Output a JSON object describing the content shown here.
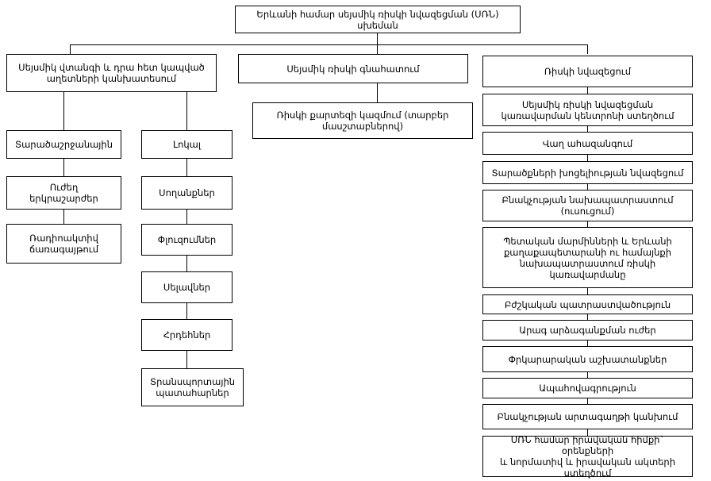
{
  "diagram": {
    "title_node": {
      "id": "root",
      "label": "Երևանի համար սեյսմիկ ռիսկի նվազեցման (ՍՌՆ)\nսխեման"
    },
    "branches": [
      {
        "id": "branch-left",
        "label": "Սեյսմիկ վտանգի և դրա հետ կապված\nաղետների կանխատեսում",
        "children_columns": [
          {
            "id": "col-left-a",
            "items": [
              {
                "id": "node-tarracashrjanayin",
                "label": "Տարածաշրջանային"
              },
              {
                "id": "node-uzheg-yerkrasharzher",
                "label": "Ուժեղ\nերկրաշարժեր"
              },
              {
                "id": "node-radioaktiv-tsarragaytum",
                "label": "Ռադիոակտիվ\nճառագայթում"
              }
            ]
          },
          {
            "id": "col-left-b",
            "items": [
              {
                "id": "node-lokal",
                "label": "Լոկալ"
              },
              {
                "id": "node-soghankner",
                "label": "Սողանքներ"
              },
              {
                "id": "node-plouzumner",
                "label": "Փլուզումներ"
              },
              {
                "id": "node-selaver",
                "label": "Սելավներ"
              },
              {
                "id": "node-hrdehner",
                "label": "Հրդեհներ"
              },
              {
                "id": "node-transportayin-pataharner",
                "label": "Տրանսպորտային\nպատահարներ"
              }
            ]
          }
        ]
      },
      {
        "id": "branch-middle",
        "label": "Սեյսմիկ ռիսկի գնահատում",
        "children": [
          {
            "id": "node-riski-kartezi-kazmum",
            "label": "Ռիսկի քարտեզի կազմում (տարբեր\nմասշտաբներով)"
          }
        ]
      },
      {
        "id": "branch-right",
        "label": "Ռիսկի նվազեցում",
        "children": [
          {
            "id": "node-seysmik-riski-kentron",
            "label": "Սեյսմիկ ռիսկի նվազեցման\nկառավարման կենտրոնի ստեղծում"
          },
          {
            "id": "node-vagh-ahazangum",
            "label": "Վաղ ահազանգում"
          },
          {
            "id": "node-taratskneri-khoceliutyun",
            "label": "Տարածքների խոցելիության նվազեցում"
          },
          {
            "id": "node-bnakchutyan-nakhapatrastum",
            "label": "Բնակչության նախապատրաստում\n(ուսուցում)"
          },
          {
            "id": "node-petakan-marminner",
            "label": "Պետական մարմինների և Երևանի\nքաղաքապետարանի ու համայնքի\nնախապատրաստում ռիսկի\nկառավարմանը"
          },
          {
            "id": "node-bzhshkakan-patrastvatsutyun",
            "label": "Բժշկական պատրաստվածություն"
          },
          {
            "id": "node-arag-ardzaganqman-uzher",
            "label": "Արագ արձագանքման ուժեր"
          },
          {
            "id": "node-firkararakan-ashkhatanqner",
            "label": "Փրկարարական աշխատանքներ"
          },
          {
            "id": "node-apahovagrutyun",
            "label": "Ապահովագրություն"
          },
          {
            "id": "node-bnakchutyan-artagaghti-kankhum",
            "label": "Բնակչության արտագաղթի կանխում"
          },
          {
            "id": "node-srn-iravakan-himq",
            "label": "ՍՌՆ համար իրավական հիմքի` օրենքների\nև նորմատիվ և իրավական ակտերի\nստեղծում"
          }
        ]
      }
    ]
  },
  "style": {
    "line_color": "#000000",
    "box_border_color": "#000000",
    "background_color": "#ffffff",
    "text_color": "#000000"
  }
}
